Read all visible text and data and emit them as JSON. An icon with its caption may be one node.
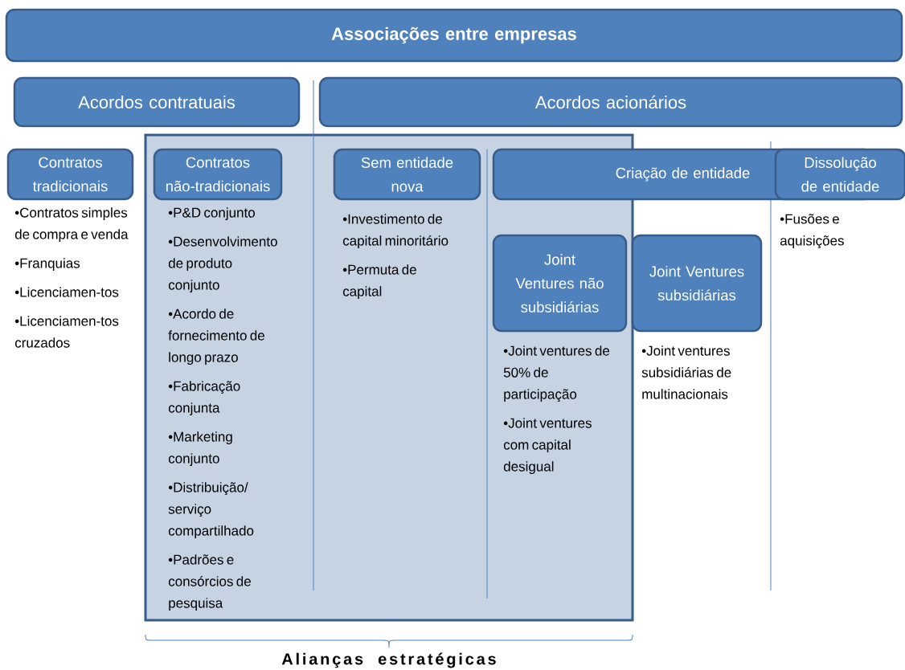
{
  "diagram": {
    "nodes": [
      {
        "text": [
          "Associações entre empresas"
        ]
      },
      {
        "text": [
          "Acordos contratuais"
        ]
      },
      {
        "text": [
          "Acordos acionários"
        ]
      },
      {
        "text": [
          "Contratos tradicionais"
        ],
        "beside": [
          "•Contratos simples de compra e venda",
          "•Franquias",
          "•Licenciamen-tos",
          "•Licenciamen-tos cruzados"
        ]
      },
      {
        "text": [
          "Alianças estratégicas"
        ]
      },
      {
        "text": [
          "Contratos não-tradicionais"
        ],
        "in": 4,
        "beside": [
          "•P&D conjunto",
          "•Desenvolvimento de produto conjunto",
          "•Acordo de fornecimento de longo prazo",
          "•Fabricação conjunta",
          "•Marketing conjunto",
          "•Distribuição/ serviço compartilhado",
          "•Padrões e consórcios de pesquisa"
        ]
      },
      {
        "text": [
          "Sem entidade nova"
        ],
        "in": 4,
        "beside": [
          "•Investimento de capital minoritário",
          "•Permuta de capital"
        ]
      },
      {
        "text": [
          "Criação de entidade"
        ]
      },
      {
        "text": [
          "Dissolução de entidade"
        ],
        "beside": [
          "•Fusões e aquisições"
        ]
      },
      {
        "text": [
          "Joint Ventures não subsidiárias"
        ],
        "in": 4,
        "beside": [
          "•Joint ventures de 50% de participação",
          "•Joint ventures com capital desigual"
        ]
      },
      {
        "text": [
          "Joint Ventures subsidiárias"
        ],
        "beside": [
          "•Joint ventures subsidiárias de multinacionais"
        ]
      }
    ],
    "edges": []
  }
}
